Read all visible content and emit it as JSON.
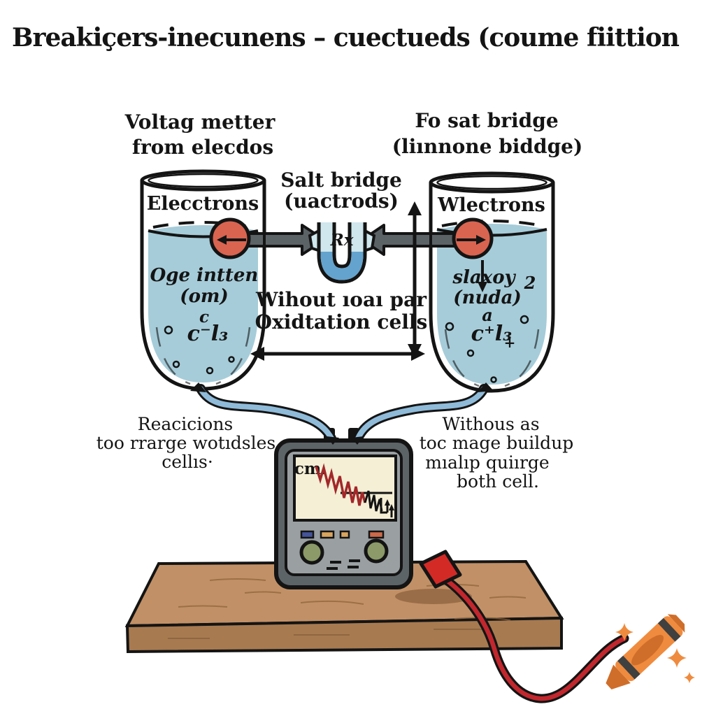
{
  "title": "Breakiçers-inecunens – cuectueds (coume fiittion",
  "captions": {
    "left": [
      "Voltag metter",
      "from elecdos"
    ],
    "right": [
      "Fo sat bridge",
      "(liınnone biddge)"
    ],
    "salt_bridge": [
      "Salt bridge",
      "(uactrods)"
    ],
    "center_note": [
      "Wihout ıoaı par",
      "Oxidtation cells"
    ],
    "note_left": [
      "Reacicions",
      "too rrarge wotıdsles",
      "cellıs·"
    ],
    "note_right": [
      "Withous as",
      "toc mage buildup",
      "mıalıp quiırge",
      "both cell."
    ]
  },
  "beaker_left": {
    "label": "Elecctrons",
    "text1": "Oge intten",
    "text2": "(om)",
    "text3": "c",
    "formula": "c⁻l₃"
  },
  "beaker_right": {
    "label": "Wlectrons",
    "text1": "slaxoy",
    "text2": "(nuda)",
    "text3": "a",
    "formula": "c⁺l₃",
    "sup": "2",
    "plus": "+"
  },
  "salt_bridge_label": "Rx",
  "meter": {
    "screen_label": "cm."
  },
  "colors": {
    "water": "#a6ccd9",
    "electrode": "#d96450",
    "arrow_gray": "#5c6366",
    "tube_blue": "#8fbbd9",
    "salt_top": "#cfe7ed",
    "salt_bottom": "#64a3cd",
    "meter_body": "#5d6467",
    "meter_panel": "#9aa0a2",
    "screen": "#f5efd6",
    "waveform_red": "#a2282a",
    "knob": "#8b9a68",
    "button_blue": "#44549a",
    "button_tan": "#d8a55e",
    "button_orange": "#cc6a4a",
    "table_top": "#c29066",
    "table_front": "#a87a50",
    "cable": "#c1272d",
    "connector": "#d42a26",
    "crayon": "#ef8b3e",
    "crayon_dark": "#cf6e2a",
    "crayon_stripe": "#404040",
    "sparkle": "#ef8b3e"
  }
}
